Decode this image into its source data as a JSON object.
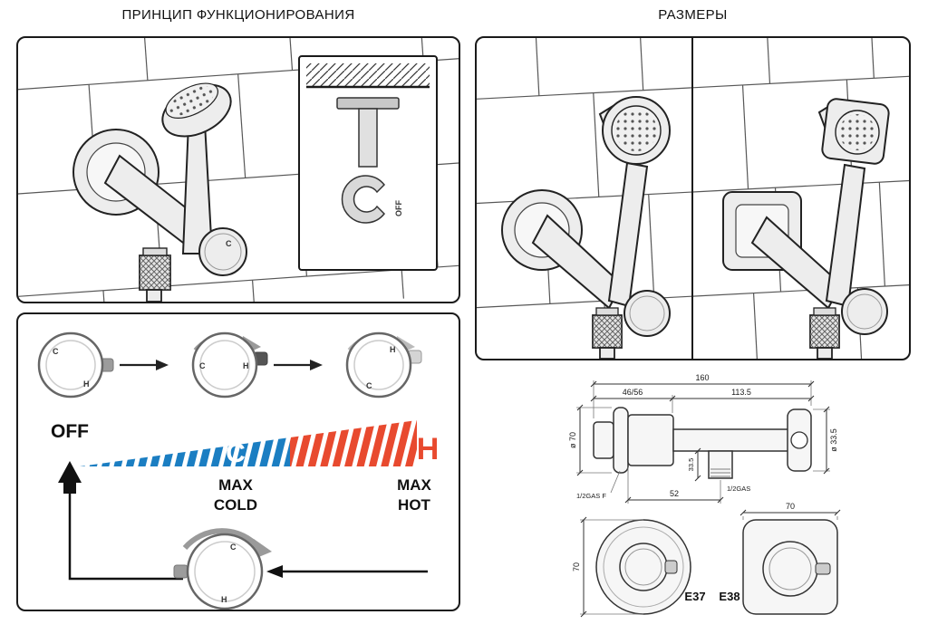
{
  "headers": {
    "left": "ПРИНЦИП ФУНКЦИОНИРОВАНИЯ",
    "right": "РАЗМЕРЫ"
  },
  "operation": {
    "holder_off": "OFF",
    "off": "OFF",
    "c": "C",
    "h": "H",
    "max": "MAX",
    "cold": "COLD",
    "hot": "HOT"
  },
  "dims": {
    "d160": "160",
    "d46_56": "46/56",
    "d113_5": "113.5",
    "d_o70": "ø 70",
    "d_o33_5": "ø 33.5",
    "d33_5": "33.5",
    "d52": "52",
    "gas_f": "1/2GAS F",
    "gas": "1/2GAS",
    "d70_square": "70",
    "d70_round": "70",
    "model_left": "E37",
    "model_right": "E38"
  },
  "colors": {
    "cold_stripe": "#1b7ec2",
    "hot_stripe": "#e84a2f",
    "line": "#1a1a1a"
  }
}
